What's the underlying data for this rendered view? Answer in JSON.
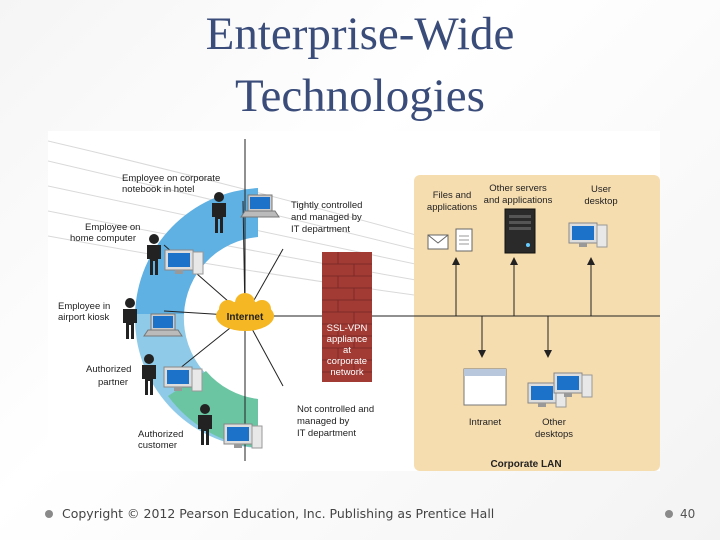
{
  "slide": {
    "title_line1": "Enterprise-Wide",
    "title_line2": "Technologies",
    "footer": "Copyright © 2012 Pearson Education, Inc. Publishing as Prentice Hall",
    "page_number": "40"
  },
  "diagram": {
    "remote_users": {
      "hotel": [
        "Employee on corporate",
        "notebook in hotel"
      ],
      "home": [
        "Employee on",
        "home computer"
      ],
      "kiosk": [
        "Employee in",
        "airport kiosk"
      ],
      "partner": [
        "Authorized",
        "partner"
      ],
      "customer": [
        "Authorized",
        "customer"
      ]
    },
    "controlled_note": [
      "Tightly controlled",
      "and managed by",
      "IT department"
    ],
    "uncontrolled_note": [
      "Not controlled and",
      "managed by",
      "IT department"
    ],
    "internet": "Internet",
    "vpn": [
      "SSL-VPN",
      "appliance",
      "at",
      "corporate",
      "network"
    ],
    "lan": {
      "files": [
        "Files and",
        "applications"
      ],
      "servers": [
        "Other servers",
        "and applications"
      ],
      "user_desktop": [
        "User",
        "desktop"
      ],
      "intranet": "Intranet",
      "other_desktops": [
        "Other",
        "desktops"
      ],
      "caption": "Corporate LAN"
    },
    "colors": {
      "controlled_arc": "#5fb0e3",
      "uncontrolled_arc": "#6cc5a2",
      "lan_bg": "#f6ddb0",
      "firewall": "#a33b35",
      "internet_cloud": "#f5b724"
    }
  }
}
